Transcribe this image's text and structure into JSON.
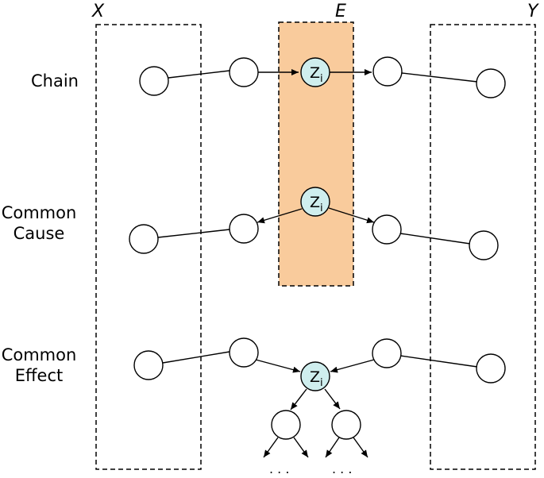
{
  "sets": {
    "x_label": "X",
    "e_label": "E",
    "y_label": "Y",
    "e_fill": "#f9cb9c"
  },
  "rows": {
    "chain_label": "Chain",
    "common_cause_label_1": "Common",
    "common_cause_label_2": "Cause",
    "common_effect_label_1": "Common",
    "common_effect_label_2": "Effect"
  },
  "nodes": {
    "z_label": "Z",
    "z_subscript": "i",
    "z_fill": "#cfeeee",
    "plain_fill": "#ffffff"
  },
  "ellipsis": {
    "left": ". . .",
    "right": ". . ."
  }
}
